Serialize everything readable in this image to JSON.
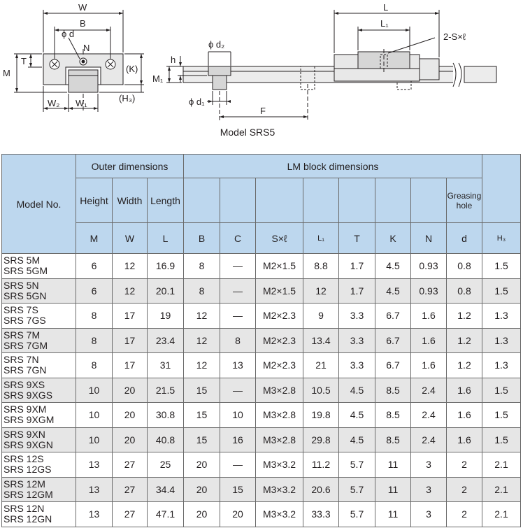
{
  "drawing": {
    "caption": "Model SRS5",
    "labels": {
      "W": "W",
      "B": "B",
      "d": "ϕ d",
      "N": "N",
      "T": "T",
      "M": "M",
      "K": "(K)",
      "W2": "W₂",
      "W1": "W₁",
      "H3": "(H₃)",
      "h": "h",
      "M1": "M₁",
      "d2": "ϕ d₂",
      "d1": "ϕ d₁",
      "F": "F",
      "L": "L",
      "L1": "L₁",
      "screw": "2-S×ℓ"
    }
  },
  "table": {
    "model_header": "Model No.",
    "outer_header": "Outer dimensions",
    "lm_header": "LM block dimensions",
    "col_names": {
      "height": "Height",
      "width": "Width",
      "length": "Length",
      "grease": "Greasing hole"
    },
    "col_symbols": [
      "M",
      "W",
      "L",
      "B",
      "C",
      "S×ℓ",
      "L₁",
      "T",
      "K",
      "N",
      "d",
      "H₃"
    ],
    "rows": [
      {
        "model": [
          "SRS 5M",
          "SRS 5GM"
        ],
        "values": [
          "6",
          "12",
          "16.9",
          "8",
          "—",
          "M2×1.5",
          "8.8",
          "1.7",
          "4.5",
          "0.93",
          "0.8",
          "1.5"
        ]
      },
      {
        "model": [
          "SRS 5N",
          "SRS 5GN"
        ],
        "values": [
          "6",
          "12",
          "20.1",
          "8",
          "—",
          "M2×1.5",
          "12",
          "1.7",
          "4.5",
          "0.93",
          "0.8",
          "1.5"
        ]
      },
      {
        "model": [
          "SRS 7S",
          "SRS 7GS"
        ],
        "values": [
          "8",
          "17",
          "19",
          "12",
          "—",
          "M2×2.3",
          "9",
          "3.3",
          "6.7",
          "1.6",
          "1.2",
          "1.3"
        ]
      },
      {
        "model": [
          "SRS 7M",
          "SRS 7GM"
        ],
        "values": [
          "8",
          "17",
          "23.4",
          "12",
          "8",
          "M2×2.3",
          "13.4",
          "3.3",
          "6.7",
          "1.6",
          "1.2",
          "1.3"
        ]
      },
      {
        "model": [
          "SRS 7N",
          "SRS 7GN"
        ],
        "values": [
          "8",
          "17",
          "31",
          "12",
          "13",
          "M2×2.3",
          "21",
          "3.3",
          "6.7",
          "1.6",
          "1.2",
          "1.3"
        ]
      },
      {
        "model": [
          "SRS 9XS",
          "SRS 9XGS"
        ],
        "values": [
          "10",
          "20",
          "21.5",
          "15",
          "—",
          "M3×2.8",
          "10.5",
          "4.5",
          "8.5",
          "2.4",
          "1.6",
          "1.5"
        ]
      },
      {
        "model": [
          "SRS 9XM",
          "SRS 9XGM"
        ],
        "values": [
          "10",
          "20",
          "30.8",
          "15",
          "10",
          "M3×2.8",
          "19.8",
          "4.5",
          "8.5",
          "2.4",
          "1.6",
          "1.5"
        ]
      },
      {
        "model": [
          "SRS 9XN",
          "SRS 9XGN"
        ],
        "values": [
          "10",
          "20",
          "40.8",
          "15",
          "16",
          "M3×2.8",
          "29.8",
          "4.5",
          "8.5",
          "2.4",
          "1.6",
          "1.5"
        ]
      },
      {
        "model": [
          "SRS 12S",
          "SRS 12GS"
        ],
        "values": [
          "13",
          "27",
          "25",
          "20",
          "—",
          "M3×3.2",
          "11.2",
          "5.7",
          "11",
          "3",
          "2",
          "2.1"
        ]
      },
      {
        "model": [
          "SRS 12M",
          "SRS 12GM"
        ],
        "values": [
          "13",
          "27",
          "34.4",
          "20",
          "15",
          "M3×3.2",
          "20.6",
          "5.7",
          "11",
          "3",
          "2",
          "2.1"
        ]
      },
      {
        "model": [
          "SRS 12N",
          "SRS 12GN"
        ],
        "values": [
          "13",
          "27",
          "47.1",
          "20",
          "20",
          "M3×3.2",
          "33.3",
          "5.7",
          "11",
          "3",
          "2",
          "2.1"
        ]
      }
    ]
  }
}
